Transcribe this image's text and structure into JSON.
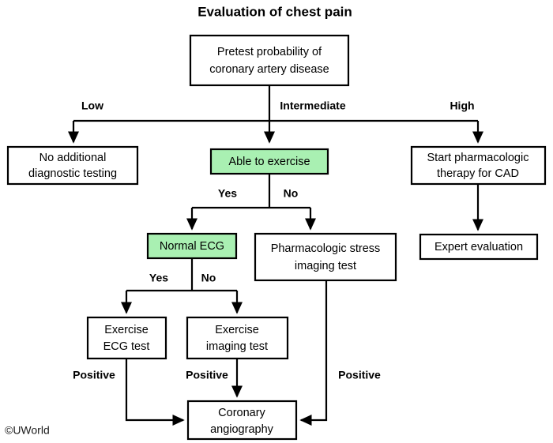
{
  "title": "Evaluation of chest pain",
  "watermark": "©UWorld",
  "colors": {
    "highlight_fill": "#a9f0b2",
    "box_fill": "#ffffff",
    "stroke": "#000000",
    "background": "#ffffff"
  },
  "nodes": {
    "pretest": {
      "line1": "Pretest probability of",
      "line2": "coronary artery disease",
      "highlight": false
    },
    "no_additional": {
      "line1": "No additional",
      "line2": "diagnostic testing",
      "highlight": false
    },
    "able_to_exercise": {
      "line1": "Able to exercise",
      "line2": "",
      "highlight": true
    },
    "start_pharm": {
      "line1": "Start pharmacologic",
      "line2": "therapy for CAD",
      "highlight": false
    },
    "normal_ecg": {
      "line1": "Normal ECG",
      "line2": "",
      "highlight": true
    },
    "pharm_stress": {
      "line1": "Pharmacologic stress",
      "line2": "imaging test",
      "highlight": false
    },
    "expert_eval": {
      "line1": "Expert evaluation",
      "line2": "",
      "highlight": false
    },
    "exercise_ecg": {
      "line1": "Exercise",
      "line2": "ECG test",
      "highlight": false
    },
    "exercise_imaging": {
      "line1": "Exercise",
      "line2": "imaging test",
      "highlight": false
    },
    "coronary_angio": {
      "line1": "Coronary",
      "line2": "angiography",
      "highlight": false
    }
  },
  "edge_labels": {
    "low": "Low",
    "intermediate": "Intermediate",
    "high": "High",
    "exercise_yes": "Yes",
    "exercise_no": "No",
    "ecg_yes": "Yes",
    "ecg_no": "No",
    "positive_left": "Positive",
    "positive_middle": "Positive",
    "positive_right": "Positive"
  },
  "chart_data": {
    "type": "diagram",
    "title": "Evaluation of chest pain",
    "flow": [
      {
        "from": "Pretest probability of coronary artery disease",
        "to": "No additional diagnostic testing",
        "label": "Low"
      },
      {
        "from": "Pretest probability of coronary artery disease",
        "to": "Able to exercise",
        "label": "Intermediate"
      },
      {
        "from": "Pretest probability of coronary artery disease",
        "to": "Start pharmacologic therapy for CAD",
        "label": "High"
      },
      {
        "from": "Able to exercise",
        "to": "Normal ECG",
        "label": "Yes"
      },
      {
        "from": "Able to exercise",
        "to": "Pharmacologic stress imaging test",
        "label": "No"
      },
      {
        "from": "Start pharmacologic therapy for CAD",
        "to": "Expert evaluation",
        "label": ""
      },
      {
        "from": "Normal ECG",
        "to": "Exercise ECG test",
        "label": "Yes"
      },
      {
        "from": "Normal ECG",
        "to": "Exercise imaging test",
        "label": "No"
      },
      {
        "from": "Exercise ECG test",
        "to": "Coronary angiography",
        "label": "Positive"
      },
      {
        "from": "Exercise imaging test",
        "to": "Coronary angiography",
        "label": "Positive"
      },
      {
        "from": "Pharmacologic stress imaging test",
        "to": "Coronary angiography",
        "label": "Positive"
      }
    ]
  }
}
